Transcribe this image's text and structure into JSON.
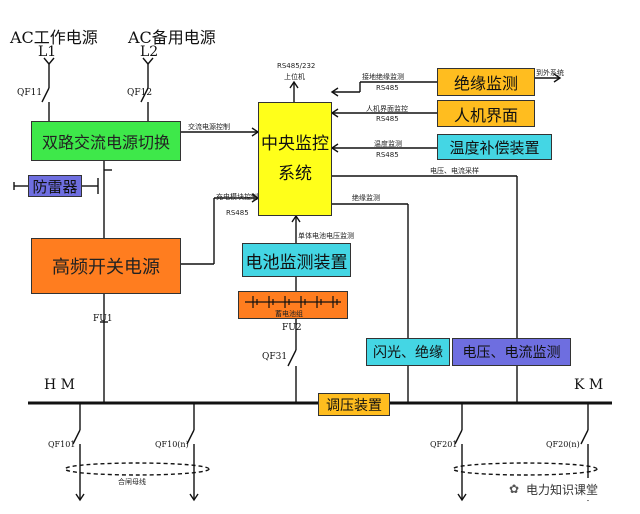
{
  "labels": {
    "ac_work": "AC工作电源",
    "ac_backup": "AC备用电源",
    "l1": "L1",
    "l2": "L2",
    "qf11": "QF11",
    "qf12": "QF12",
    "fu1": "FU1",
    "fu2": "FU2",
    "qf31": "QF31",
    "hm": "H M",
    "km": "K M",
    "qf101": "QF101",
    "qf10n": "QF10(n)",
    "qf201": "QF201",
    "qf20n": "QF20(n)"
  },
  "boxes": {
    "ats": "双路交流电源切换",
    "spd": "防雷器",
    "hf_rectifier": "高频开关电源",
    "cpu_line1": "中央监控",
    "cpu_line2": "系统",
    "insulation": "绝缘监测",
    "hmi": "人机界面",
    "temp_comp": "温度补偿装置",
    "battery_monitor": "电池监测装置",
    "flash_insulation": "闪光、绝缘",
    "vi_monitor": "电压、电流监测",
    "regulator": "调压装置"
  },
  "small_labels": {
    "ac_power_ctrl": "交流电源控制",
    "charge_ctrl": "充电模块控制",
    "rs485_charge": "RS485",
    "rs485_top": "RS485/232",
    "upper_pc": "上位机",
    "bus_insulation": "接地绝缘监测",
    "rs485_a": "RS485",
    "hmi_display": "人机界面监控",
    "rs485_b": "RS485",
    "temp_monitor": "温度监测",
    "rs485_c": "RS485",
    "vi_sample": "电压、电流采样",
    "insulation_monitor": "绝缘监测",
    "cell_voltage": "单体电池电压监测",
    "battery_pack": "蓄电池组",
    "closing_bus": "合闸母线",
    "to_system": "到外系统"
  },
  "watermark": {
    "text": "电力知识课堂",
    "icon": "wechat-icon"
  },
  "colors": {
    "green": "#3ee84a",
    "orange": "#ff7d1f",
    "yellow": "#ffff1a",
    "amber": "#ffbd1f",
    "cyan": "#44d6e4",
    "violet": "#6e6ee0"
  }
}
